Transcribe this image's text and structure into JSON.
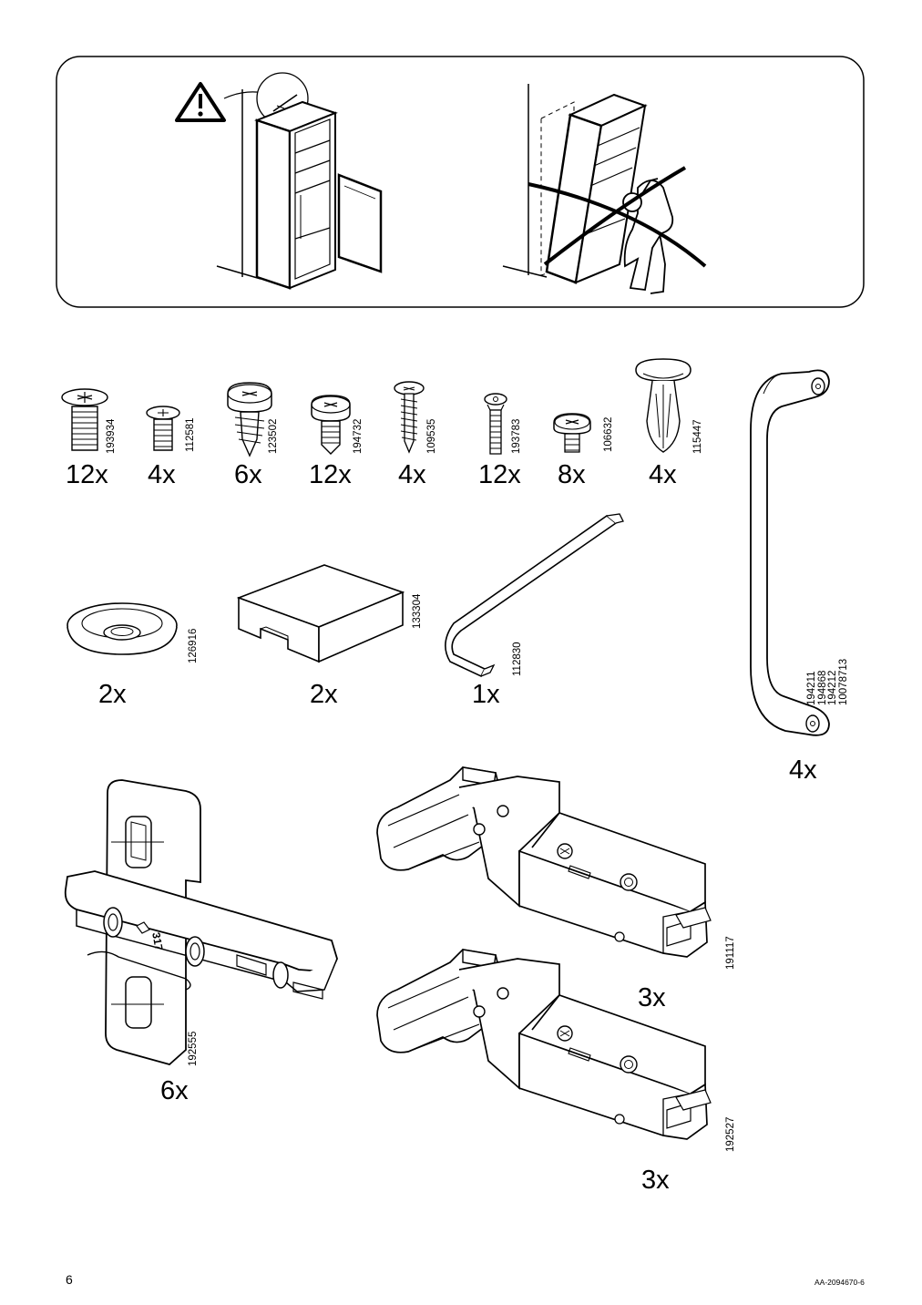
{
  "parts": {
    "p193934": {
      "code": "193934",
      "qty": "12x"
    },
    "p112581": {
      "code": "112581",
      "qty": "4x"
    },
    "p123502": {
      "code": "123502",
      "qty": "6x"
    },
    "p194732": {
      "code": "194732",
      "qty": "12x"
    },
    "p109535": {
      "code": "109535",
      "qty": "4x"
    },
    "p193783": {
      "code": "193783",
      "qty": "12x"
    },
    "p106632": {
      "code": "106632",
      "qty": "8x"
    },
    "p115447": {
      "code": "115447",
      "qty": "4x"
    },
    "p126916": {
      "code": "126916",
      "qty": "2x"
    },
    "p133304": {
      "code": "133304",
      "qty": "2x"
    },
    "p112830": {
      "code": "112830",
      "qty": "1x"
    },
    "handle": {
      "codes": [
        "194211",
        "194868",
        "194212",
        "10078713"
      ],
      "qty": "4x"
    },
    "p192555": {
      "code": "192555",
      "qty": "6x",
      "marking": "317"
    },
    "p191117": {
      "code": "191117",
      "qty": "3x"
    },
    "p192527": {
      "code": "192527",
      "qty": "3x"
    }
  },
  "icons": {
    "warning": "warning-triangle-icon",
    "prohibited": "prohibited-cross-icon"
  },
  "footer": {
    "page_number": "6",
    "doc_id": "AA-2094670-6"
  }
}
